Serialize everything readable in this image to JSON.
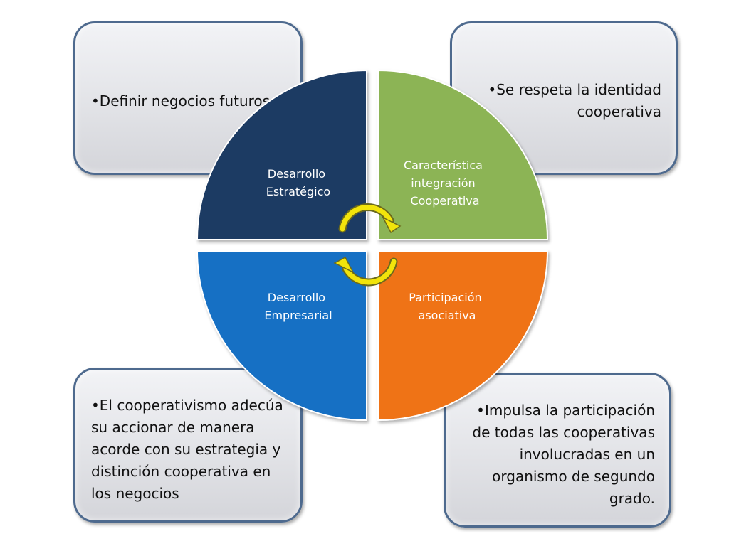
{
  "quadrants": {
    "top_left": {
      "line1": "Desarrollo",
      "line2": "Estratégico",
      "color": "#1f3a63",
      "text_color": "#ffffff"
    },
    "top_right": {
      "line1": "Característica",
      "line2": "integración",
      "line3": "Cooperativa",
      "color": "#8cb454",
      "text_color": "#ffffff"
    },
    "bottom_left": {
      "line1": "Desarrollo",
      "line2": "Empresarial",
      "color": "#1570c4",
      "text_color": "#ffffff"
    },
    "bottom_right": {
      "line1": "Participación",
      "line2": "asociativa",
      "color": "#ef7317",
      "text_color": "#ffffff"
    }
  },
  "boxes": {
    "top_left": {
      "text": "•Definir negocios futuros"
    },
    "top_right": {
      "text": "•Se respeta la identidad cooperativa"
    },
    "bottom_left": {
      "text": "•El cooperativismo adecúa su accionar de manera acorde con su estrategia y distinción cooperativa en los negocios"
    },
    "bottom_right": {
      "text": "•Impulsa la participación de  todas las cooperativas involucradas en un organismo de segundo grado."
    }
  },
  "arrows": {
    "color": "#f2e40b",
    "icon": "circular-arrows-icon"
  }
}
